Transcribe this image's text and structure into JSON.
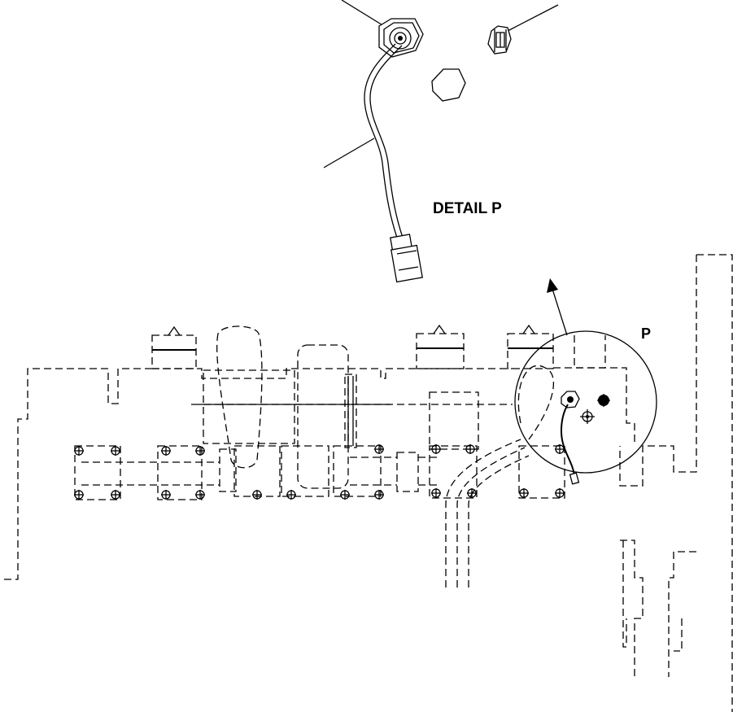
{
  "detail_label": "DETAIL  P",
  "callout_label": "P",
  "colors": {
    "ink": "#000000",
    "paper": "#ffffff"
  },
  "icons": [
    "hex-nut-sensor",
    "hex-plug",
    "hex-fitting",
    "sensor-cable-connector"
  ]
}
